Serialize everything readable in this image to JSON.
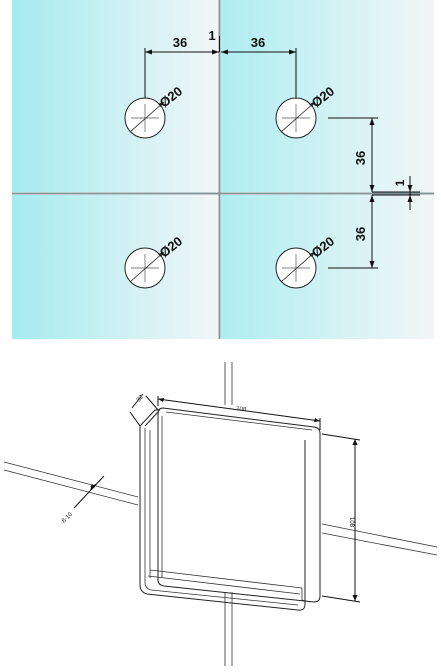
{
  "top_drawing": {
    "hole_labels": [
      "Ø20",
      "Ø20",
      "Ø20",
      "Ø20"
    ],
    "dim_left_horizontal": "36",
    "dim_right_horizontal": "36",
    "gap_horizontal": "1",
    "dim_upper_vertical": "36",
    "dim_lower_vertical": "36",
    "gap_vertical": "1",
    "colors": {
      "glass_edge": "#a9ecf0",
      "glass_center": "#eef6f7",
      "joint": "#8a9ea2"
    }
  },
  "bottom_drawing": {
    "dim_thickness": "32",
    "dim_width": "108",
    "dim_height": "108",
    "dim_glass": "8-10"
  }
}
